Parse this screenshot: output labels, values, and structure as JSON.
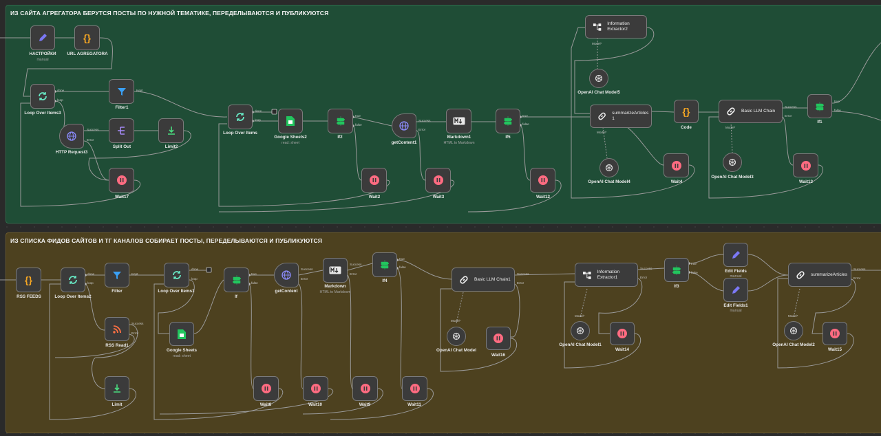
{
  "top_note": {
    "title": "ИЗ САЙТА АГРЕГАТОРА БЕРУТСЯ ПОСТЫ ПО НУЖНОЙ ТЕМАТИКЕ, ПЕРЕДЕЛЫВАЮТСЯ И ПУБЛИКУЮТСЯ",
    "color": "#1f4d36"
  },
  "bottom_note": {
    "title": "ИЗ СПИСКА ФИДОВ САЙТОВ И ТГ КАНАЛОВ СОБИРАЕТ ПОСТЫ, ПЕРЕДЕЛЫВАЮТСЯ И ПУБЛИКУЮТСЯ",
    "color": "#4d411f"
  },
  "nodes": {
    "nastroiki": {
      "label": "НАСТРОЙКИ",
      "sub": "manual"
    },
    "url_agregatora": {
      "label": "URL AGREGATORA"
    },
    "loop_over_items3": {
      "label": "Loop Over Items3"
    },
    "filter1": {
      "label": "Filter1"
    },
    "http_request3": {
      "label": "HTTP Request3"
    },
    "split_out": {
      "label": "Split Out"
    },
    "limit2": {
      "label": "Limit2"
    },
    "wait17": {
      "label": "Wait17"
    },
    "loop_over_items": {
      "label": "Loop Over Items"
    },
    "google_sheets2": {
      "label": "Google Sheets2",
      "sub": "read: sheet"
    },
    "if2": {
      "label": "If2"
    },
    "wait2": {
      "label": "Wait2"
    },
    "getcontent1": {
      "label": "getContent1"
    },
    "wait3": {
      "label": "Wait3"
    },
    "markdown1": {
      "label": "Markdown1",
      "sub": "HTML to Markdown"
    },
    "if5": {
      "label": "If5"
    },
    "wait12": {
      "label": "Wait12"
    },
    "information_extractor2": {
      "label": "Information Extractor2"
    },
    "openai_chat_model5": {
      "label": "OpenAI Chat Model5"
    },
    "summarize_articles1": {
      "label": "summarizeArticles 1"
    },
    "openai_chat_model4": {
      "label": "OpenAI Chat Model4"
    },
    "code": {
      "label": "Code"
    },
    "wait4": {
      "label": "Wait4"
    },
    "basic_llm_chain": {
      "label": "Basic LLM Chain"
    },
    "openai_chat_model3": {
      "label": "OpenAI Chat Model3"
    },
    "if1": {
      "label": "If1"
    },
    "wait13": {
      "label": "Wait13"
    },
    "rss_feeds": {
      "label": "RSS FEEDS"
    },
    "loop_over_items2": {
      "label": "Loop Over Items2"
    },
    "filter": {
      "label": "Filter"
    },
    "rss_read1": {
      "label": "RSS Read1"
    },
    "limit": {
      "label": "Limit"
    },
    "loop_over_items1": {
      "label": "Loop Over Items1"
    },
    "google_sheets": {
      "label": "Google Sheets",
      "sub": "read: sheet"
    },
    "if": {
      "label": "If"
    },
    "wait8": {
      "label": "Wait8"
    },
    "getcontent": {
      "label": "getContent"
    },
    "wait10": {
      "label": "Wait10"
    },
    "markdown": {
      "label": "Markdown",
      "sub": "HTML to Markdown"
    },
    "wait9": {
      "label": "Wait9"
    },
    "if4": {
      "label": "If4"
    },
    "wait11": {
      "label": "Wait11"
    },
    "basic_llm_chain1": {
      "label": "Basic LLM Chain1"
    },
    "openai_chat_model": {
      "label": "OpenAI Chat Model"
    },
    "wait16": {
      "label": "Wait16"
    },
    "information_extractor1": {
      "label": "Information Extractor1"
    },
    "openai_chat_model1": {
      "label": "OpenAI Chat Model1"
    },
    "wait14": {
      "label": "Wait14"
    },
    "if3": {
      "label": "If3"
    },
    "edit_fields": {
      "label": "Edit Fields",
      "sub": "manual"
    },
    "edit_fields1": {
      "label": "Edit Fields1",
      "sub": "manual"
    },
    "summarize_articles": {
      "label": "summarizeArticles"
    },
    "openai_chat_model2": {
      "label": "OpenAI Chat Model2"
    },
    "wait15": {
      "label": "Wait15"
    }
  },
  "ports": {
    "done": "done",
    "loop": "loop",
    "true": "true",
    "false": "false",
    "success": "Success",
    "error": "Error",
    "model": "Model",
    "model_req": "Model*",
    "kept": "Kept"
  },
  "colors": {
    "wire": "#9a9a9a",
    "edit": "#7b78f5",
    "code": "#f5a623",
    "loop": "#67e8c4",
    "filter": "#3aa0f5",
    "http": "#8c8cff",
    "split": "#a78bfa",
    "limit": "#4ade80",
    "wait": "#ff6b81",
    "sheets": "#22c55e",
    "if": "#22c55e",
    "rss": "#ff7043"
  }
}
